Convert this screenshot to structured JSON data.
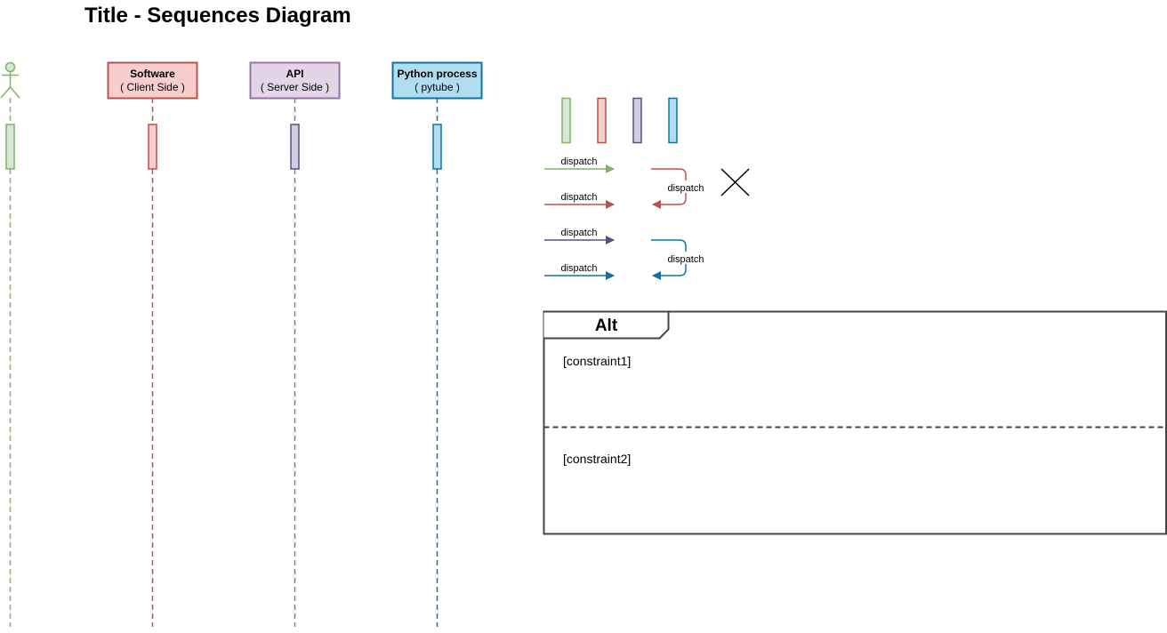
{
  "title": "Title - Sequences Diagram",
  "colors": {
    "green": {
      "fill": "#d5e8d4",
      "stroke": "#82b366"
    },
    "red": {
      "fill": "#f8cecc",
      "stroke": "#b85450"
    },
    "purple": {
      "fill": "#e1d5e7",
      "stroke": "#9673a6"
    },
    "blue": {
      "fill": "#b1ddf0",
      "stroke": "#10739e"
    },
    "navy_stroke": "#56517e",
    "frame_stroke": "#444444"
  },
  "participants": [
    {
      "id": "actor",
      "kind": "actor",
      "color": "green"
    },
    {
      "id": "software",
      "kind": "box",
      "name": "Software",
      "subtitle": "( Client Side )",
      "color": "red"
    },
    {
      "id": "api",
      "kind": "box",
      "name": "API",
      "subtitle": "( Server Side )",
      "color": "purple"
    },
    {
      "id": "python",
      "kind": "box",
      "name": "Python process",
      "subtitle": "( pytube )",
      "color": "blue"
    }
  ],
  "legend": {
    "activation_colors": [
      "green",
      "red",
      "purple",
      "blue"
    ],
    "messages": [
      {
        "label": "dispatch",
        "color": "green"
      },
      {
        "label": "dispatch",
        "color": "red"
      },
      {
        "label": "dispatch",
        "color": "purple"
      },
      {
        "label": "dispatch",
        "color": "blue"
      }
    ],
    "self_messages": [
      {
        "label": "dispatch",
        "color": "red"
      },
      {
        "label": "dispatch",
        "color": "blue"
      }
    ],
    "destroy_icon": "x-destroy-icon"
  },
  "alt_frame": {
    "label": "Alt",
    "constraints": [
      "[constraint1]",
      "[constraint2]"
    ]
  }
}
